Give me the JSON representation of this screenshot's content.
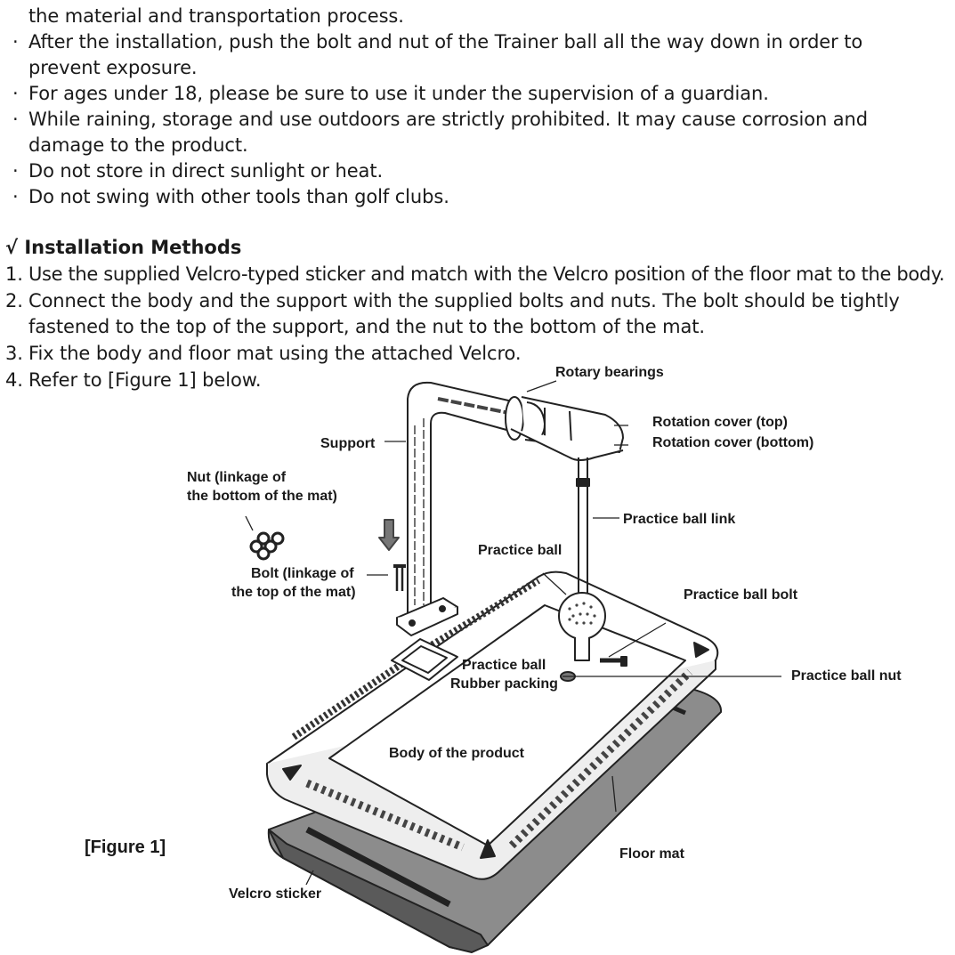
{
  "cautions": [
    {
      "bullet": "",
      "lines": [
        "the material and transportation process."
      ]
    },
    {
      "bullet": "·",
      "lines": [
        "After the installation, push the bolt and nut of the Trainer ball all the way down in order to",
        "prevent exposure."
      ]
    },
    {
      "bullet": "·",
      "lines": [
        "For ages under 18, please be sure to use it under the supervision of a guardian."
      ]
    },
    {
      "bullet": "·",
      "lines": [
        "While raining, storage and use outdoors are strictly prohibited. It may cause corrosion and",
        "damage to the product."
      ]
    },
    {
      "bullet": "·",
      "lines": [
        "Do not store in direct sunlight or heat."
      ]
    },
    {
      "bullet": "·",
      "lines": [
        "Do not swing with other tools than golf clubs."
      ]
    }
  ],
  "installation": {
    "heading": "√ Installation Methods",
    "steps": [
      {
        "num": "1.",
        "lines": [
          "Use the supplied Velcro-typed sticker and match with the Velcro position of the floor mat to the body."
        ]
      },
      {
        "num": "2.",
        "lines": [
          "Connect the body and the support with the supplied bolts and nuts. The bolt should be tightly",
          "fastened to the top of the support, and the nut to the bottom of the mat."
        ]
      },
      {
        "num": "3.",
        "lines": [
          "Fix the body and floor mat using the attached Velcro."
        ]
      },
      {
        "num": "4.",
        "lines": [
          "Refer to [Figure 1] below."
        ]
      }
    ]
  },
  "figure": {
    "caption": "[Figure 1]",
    "labels": {
      "rotary_bearings": "Rotary bearings",
      "rotation_cover_top": "Rotation cover (top)",
      "rotation_cover_bottom": "Rotation cover (bottom)",
      "support": "Support",
      "nut_line1": "Nut (linkage of",
      "nut_line2": "the bottom of the mat)",
      "practice_ball_link": "Practice ball link",
      "practice_ball": "Practice ball",
      "bolt_line1": "Bolt (linkage of",
      "bolt_line2": "the top of the mat)",
      "practice_ball_bolt": "Practice ball bolt",
      "rubber_line1": "Practice ball",
      "rubber_line2": "Rubber packing",
      "practice_ball_nut": "Practice ball nut",
      "body_of_product": "Body of the product",
      "floor_mat": "Floor mat",
      "velcro_sticker": "Velcro sticker"
    }
  }
}
